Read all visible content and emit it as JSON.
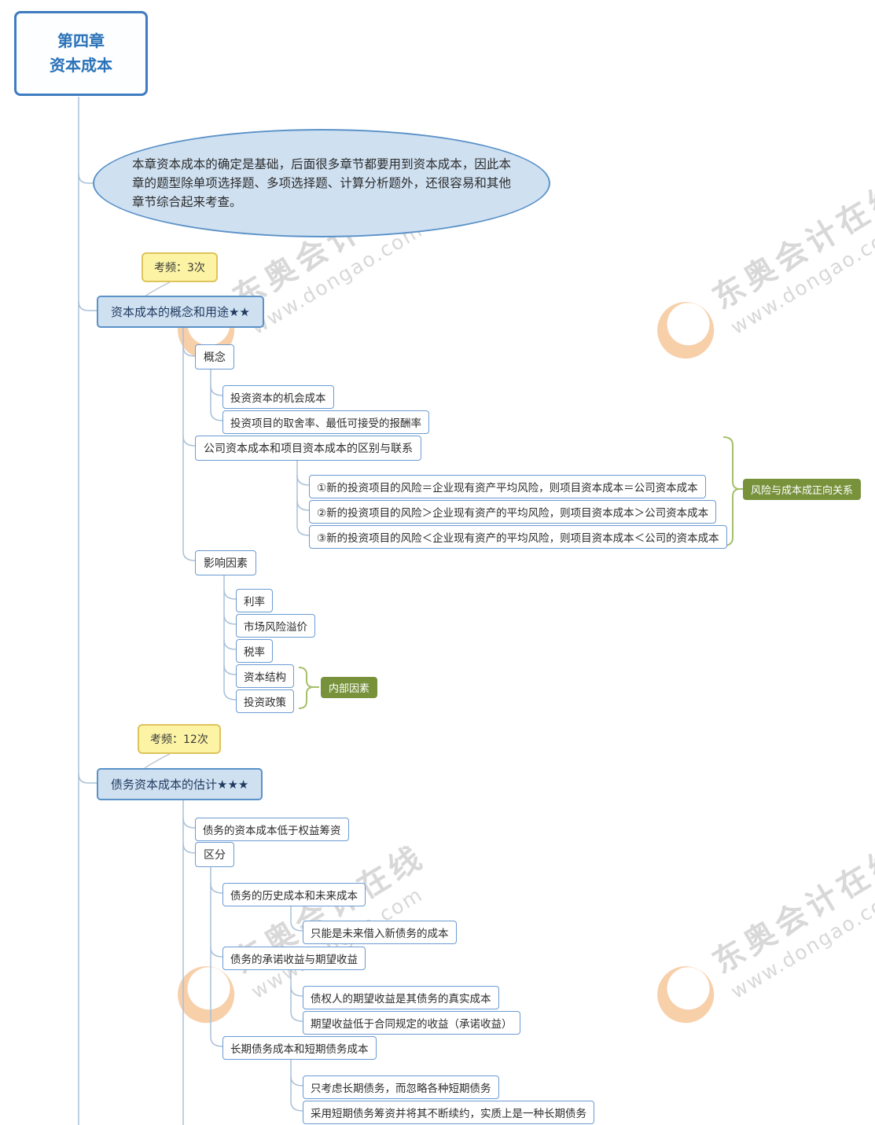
{
  "watermark": {
    "brand": "东奥会计在线",
    "url": "www.dongao.com"
  },
  "root": {
    "line1": "第四章",
    "line2": "资本成本"
  },
  "intro": "本章资本成本的确定是基础，后面很多章节都要用到资本成本，因此本章的题型除单项选择题、多项选择题、计算分析题外，还很容易和其他章节综合起来考查。",
  "section1": {
    "freq": "考频：3次",
    "title": "资本成本的概念和用途★★",
    "concept": {
      "label": "概念",
      "items": [
        "投资资本的机会成本",
        "投资项目的取舍率、最低可接受的报酬率"
      ]
    },
    "relation": {
      "label": "公司资本成本和项目资本成本的区别与联系",
      "items": [
        "①新的投资项目的风险＝企业现有资产平均风险，则项目资本成本＝公司资本成本",
        "②新的投资项目的风险＞企业现有资产的平均风险，则项目资本成本＞公司资本成本",
        "③新的投资项目的风险＜企业现有资产的平均风险，则项目资本成本＜公司的资本成本"
      ],
      "callout": "风险与成本成正向关系"
    },
    "factors": {
      "label": "影响因素",
      "items": [
        "利率",
        "市场风险溢价",
        "税率",
        "资本结构",
        "投资政策"
      ],
      "callout": "内部因素"
    }
  },
  "section2": {
    "freq": "考频：12次",
    "title": "债务资本成本的估计★★★",
    "point": "债务的资本成本低于权益筹资",
    "distinguish": {
      "label": "区分",
      "groups": [
        {
          "label": "债务的历史成本和未来成本",
          "items": [
            "只能是未来借入新债务的成本"
          ]
        },
        {
          "label": "债务的承诺收益与期望收益",
          "items": [
            "债权人的期望收益是其债务的真实成本",
            "期望收益低于合同规定的收益（承诺收益）"
          ]
        },
        {
          "label": "长期债务成本和短期债务成本",
          "items": [
            "只考虑长期债务，而忽略各种短期债务",
            "采用短期债务筹资并将其不断续约，实质上是一种长期债务"
          ]
        }
      ]
    }
  }
}
